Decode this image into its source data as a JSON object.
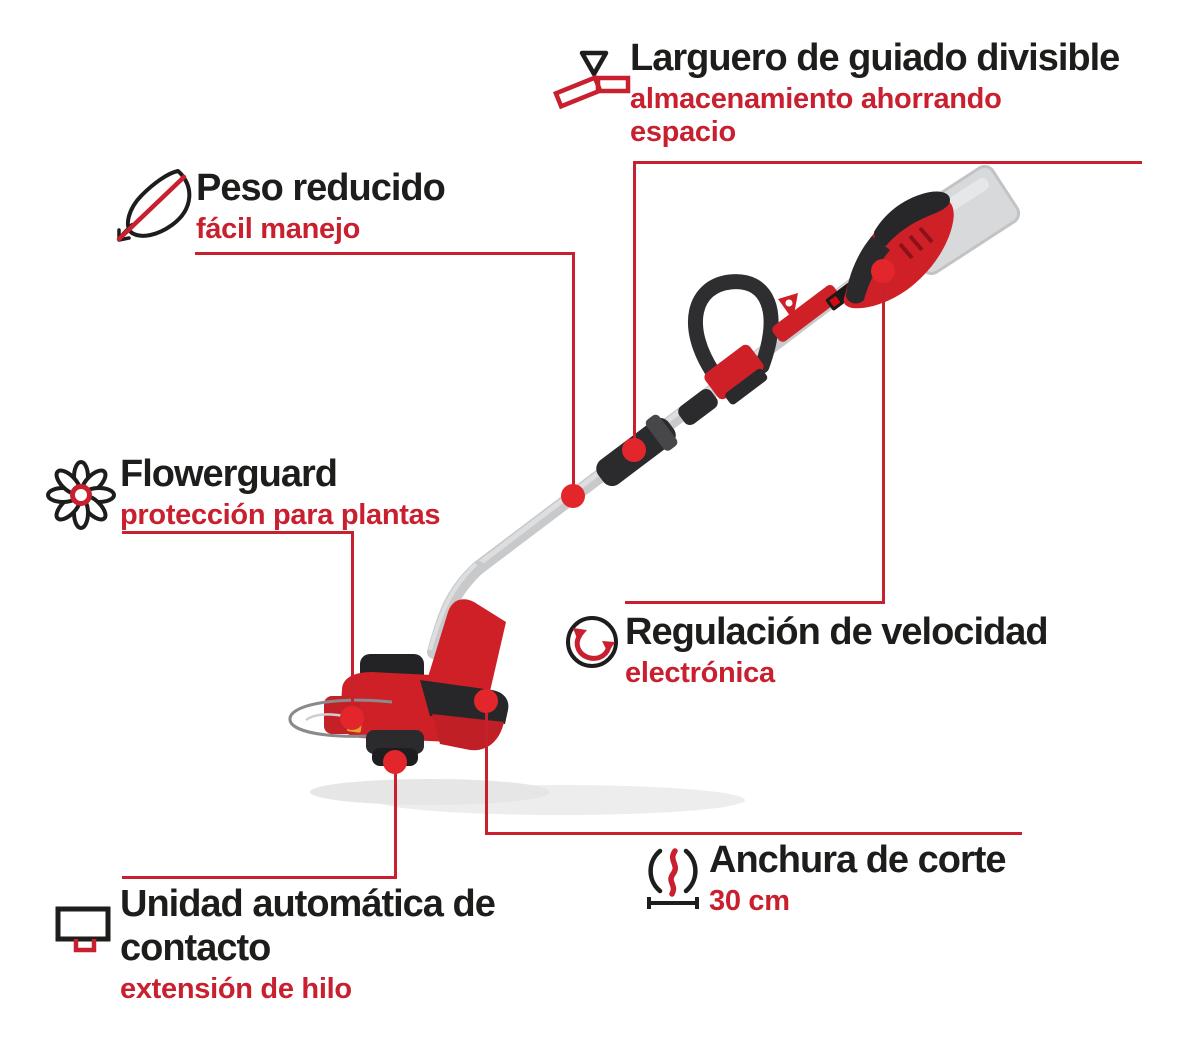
{
  "colors": {
    "accent_red": "#c8202f",
    "dot_red": "#e2262b",
    "title_black": "#1d1d1b",
    "background": "#ffffff"
  },
  "features": [
    {
      "title": "Larguero de guiado divisible",
      "subtitle": "almacenamiento ahorrando espacio",
      "icon": "split-shaft-icon"
    },
    {
      "title": "Peso reducido",
      "subtitle": "fácil manejo",
      "icon": "feather-icon"
    },
    {
      "title": "Flowerguard",
      "subtitle": "protección para plantas",
      "icon": "flower-icon"
    },
    {
      "title": "Regulación de velocidad",
      "subtitle": "electrónica",
      "icon": "speed-regulation-icon"
    },
    {
      "title": "Anchura de corte",
      "subtitle": "30 cm",
      "icon": "cutting-width-icon"
    },
    {
      "title": "Unidad automática de contacto",
      "subtitle": "extensión de hilo",
      "icon": "contact-unit-icon"
    }
  ]
}
